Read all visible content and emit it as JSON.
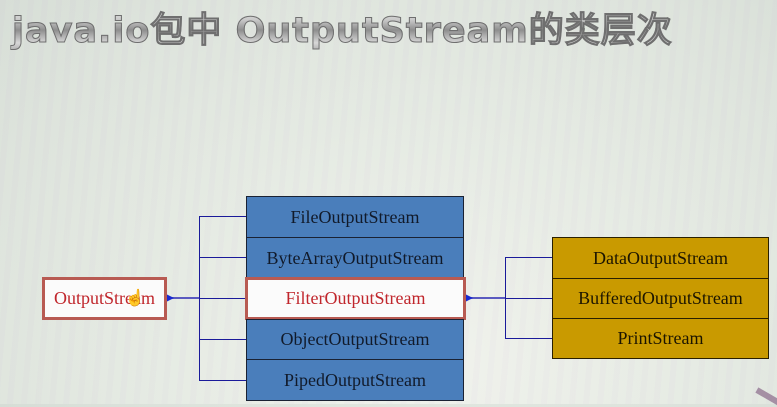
{
  "title": "java.io包中 OutputStream的类层次",
  "diagram": {
    "root": {
      "label": "OutputStream",
      "highlighted": true
    },
    "subclasses": [
      {
        "label": "FileOutputStream",
        "highlighted": false
      },
      {
        "label": "ByteArrayOutputStream",
        "highlighted": false
      },
      {
        "label": "FilterOutputStream",
        "highlighted": true
      },
      {
        "label": "ObjectOutputStream",
        "highlighted": false
      },
      {
        "label": "PipedOutputStream",
        "highlighted": false
      }
    ],
    "filter_subclasses": [
      {
        "label": "DataOutputStream"
      },
      {
        "label": "BufferedOutputStream"
      },
      {
        "label": "PrintStream"
      }
    ],
    "colors": {
      "subclass_fill": "#4a7ebb",
      "filter_subclass_fill": "#c99a00",
      "highlight_border": "#b85a52",
      "highlight_text": "#c0262c",
      "connector": "#1a1a9a"
    }
  }
}
